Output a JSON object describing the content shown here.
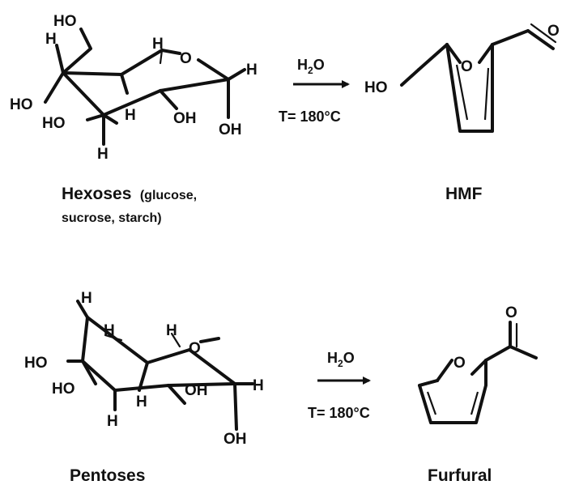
{
  "reactions": [
    {
      "reactant": {
        "name": "Hexoses",
        "detail_line1": "(glucose,",
        "detail_line2": "sucrose, starch)",
        "atoms": {
          "ho_top": "HO",
          "h_upper_left": "H",
          "h_ring_top": "H",
          "o_ring": "O",
          "h_right": "H",
          "ho_left": "HO",
          "ho_left2": "HO",
          "h_center": "H",
          "oh_center": "OH",
          "oh_right": "OH",
          "h_bottom": "H"
        }
      },
      "condition": {
        "reagent": "H",
        "reagent_sub": "2",
        "reagent_tail": "O",
        "temperature": "T= 180°C"
      },
      "product": {
        "name": "HMF",
        "atoms": {
          "ho": "HO",
          "o_ring": "O",
          "o_aldehyde": "O"
        }
      }
    },
    {
      "reactant": {
        "name": "Pentoses",
        "atoms": {
          "h_top": "H",
          "h_ring_left": "H",
          "h_ring_top": "H",
          "o_ring": "O",
          "ho_left": "HO",
          "ho_left2": "HO",
          "h_center": "H",
          "oh_center": "OH",
          "h_right": "H",
          "h_bottom": "H",
          "oh_bottom": "OH"
        }
      },
      "condition": {
        "reagent": "H",
        "reagent_sub": "2",
        "reagent_tail": "O",
        "temperature": "T= 180°C"
      },
      "product": {
        "name": "Furfural",
        "atoms": {
          "o_ring": "O",
          "o_aldehyde": "O"
        }
      }
    }
  ]
}
